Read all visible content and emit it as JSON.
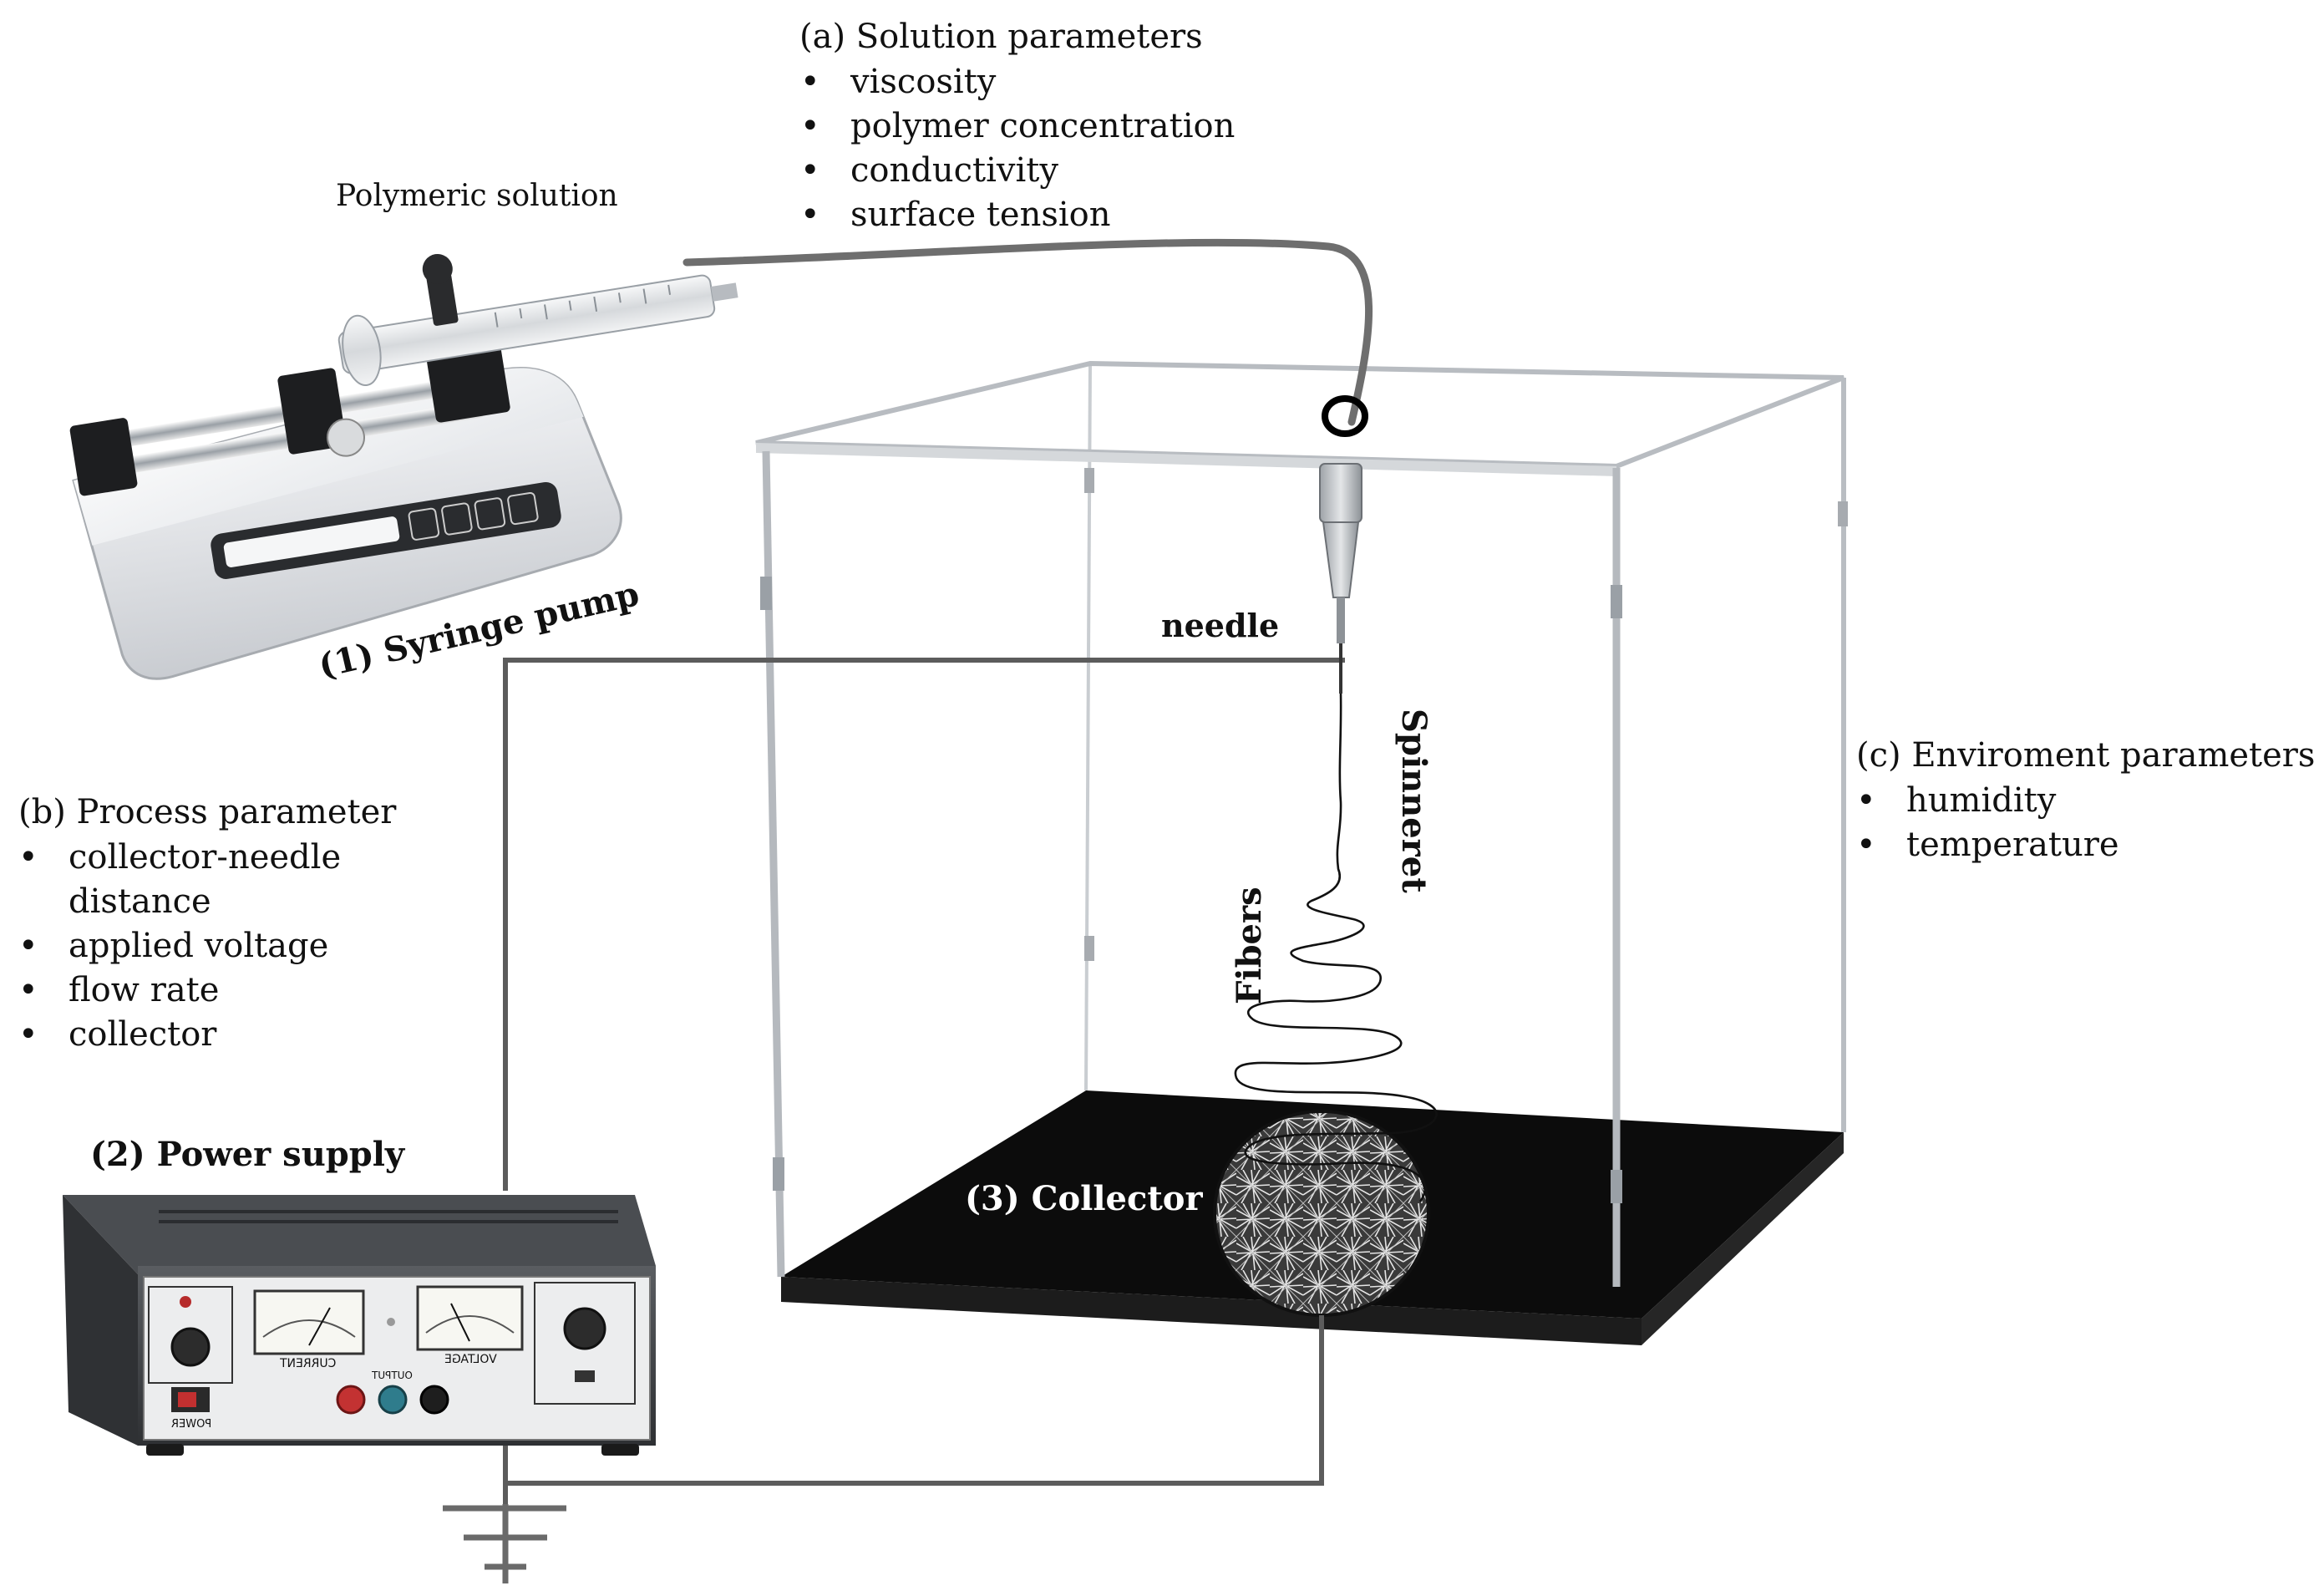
{
  "labels": {
    "polymeric_solution": "Polymeric solution",
    "syringe_pump": "(1)  Syringe pump",
    "power_supply": "(2) Power supply",
    "collector": "(3) Collector",
    "needle": "needle",
    "spinneret": "Spinneret",
    "fibers": "Fibers"
  },
  "solution_parameters": {
    "heading": "(a) Solution parameters",
    "items": [
      "viscosity",
      "polymer concentration",
      "conductivity",
      "surface tension"
    ]
  },
  "process_parameters": {
    "heading": "(b) Process parameter",
    "items": [
      "collector-needle",
      "distance",
      "applied voltage",
      "flow rate",
      "collector"
    ]
  },
  "environment_parameters": {
    "heading": "(c) Enviroment parameters",
    "items": [
      "humidity",
      "temperature"
    ]
  },
  "power_supply_panel": {
    "meter_left": "CURRENT",
    "meter_right": "VOLTAGE",
    "output": "OUTPUT",
    "power": "POWER"
  }
}
